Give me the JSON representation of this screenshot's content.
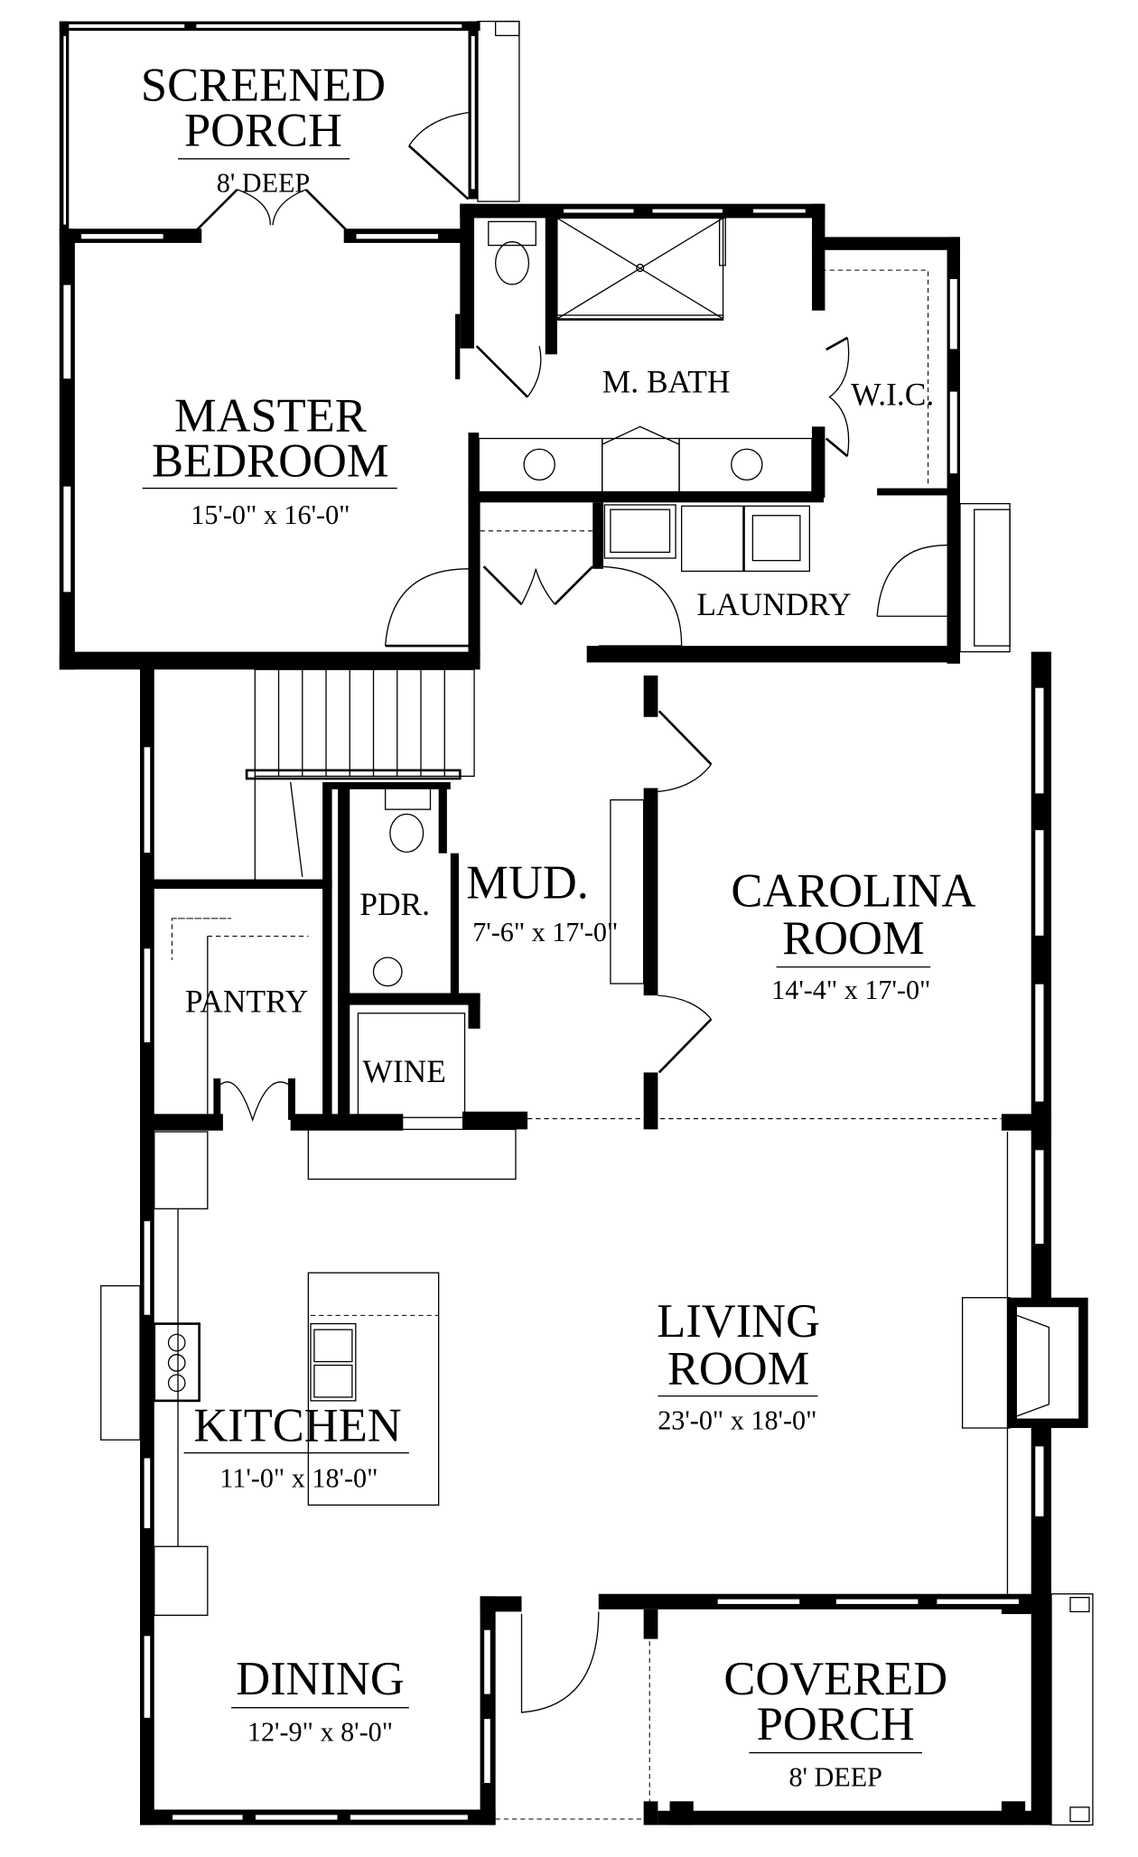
{
  "rooms": {
    "screened_porch": {
      "line1": "SCREENED",
      "line2": "PORCH",
      "size": "8' DEEP"
    },
    "master_bedroom": {
      "line1": "MASTER",
      "line2": "BEDROOM",
      "size": "15'-0\" x 16'-0\""
    },
    "master_bath": {
      "label": "M. BATH"
    },
    "wic": {
      "label": "W.I.C."
    },
    "laundry": {
      "label": "LAUNDRY"
    },
    "mud": {
      "label": "MUD.",
      "size": "7'-6\" x 17'-0\""
    },
    "powder": {
      "label": "PDR."
    },
    "pantry": {
      "label": "PANTRY"
    },
    "wine": {
      "label": "WINE"
    },
    "carolina_room": {
      "line1": "CAROLINA",
      "line2": "ROOM",
      "size": "14'-4\" x 17'-0\""
    },
    "living_room": {
      "line1": "LIVING",
      "line2": "ROOM",
      "size": "23'-0\" x 18'-0\""
    },
    "kitchen": {
      "label": "KITCHEN",
      "size": "11'-0\" x 18'-0\""
    },
    "dining": {
      "label": "DINING",
      "size": "12'-9\" x 8'-0\""
    },
    "covered_porch": {
      "line1": "COVERED",
      "line2": "PORCH",
      "size": "8' DEEP"
    }
  }
}
